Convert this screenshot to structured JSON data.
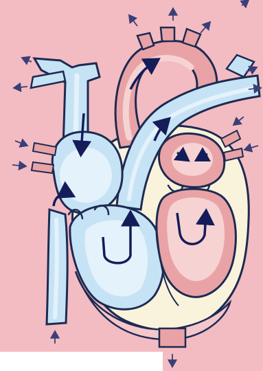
{
  "diagram": {
    "subject": "heart-cross-section",
    "colors": {
      "background": "#f3bcc2",
      "deoxygenated_fill": "#c6e3f5",
      "deoxygenated_light": "#e4f2fb",
      "oxygenated_fill": "#e9a3a6",
      "oxygenated_light": "#f6d3d2",
      "wall": "#f9f3dc",
      "outline": "#1d2a52",
      "arrow": "#141c5a",
      "flow_arrow": "#3a3f78",
      "white_corner": "#ffffff"
    },
    "structures": [
      {
        "name": "superior-vena-cava",
        "side": "deoxygenated"
      },
      {
        "name": "inferior-vena-cava",
        "side": "deoxygenated"
      },
      {
        "name": "right-atrium",
        "side": "deoxygenated"
      },
      {
        "name": "right-ventricle",
        "side": "deoxygenated"
      },
      {
        "name": "pulmonary-artery",
        "side": "deoxygenated"
      },
      {
        "name": "aorta",
        "side": "oxygenated"
      },
      {
        "name": "pulmonary-veins",
        "side": "oxygenated"
      },
      {
        "name": "left-atrium",
        "side": "oxygenated"
      },
      {
        "name": "left-ventricle",
        "side": "oxygenated"
      }
    ],
    "text_labels": []
  }
}
